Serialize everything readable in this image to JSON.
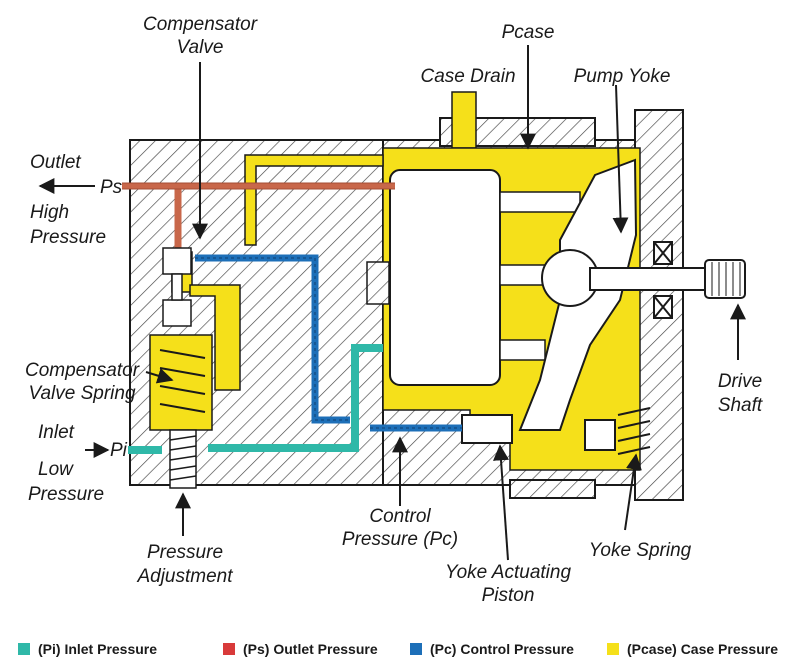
{
  "labels": {
    "compensator_valve_1": "Compensator",
    "compensator_valve_2": "Valve",
    "pcase": "Pcase",
    "case_drain": "Case Drain",
    "pump_yoke": "Pump Yoke",
    "outlet": "Outlet",
    "ps": "Ps",
    "high": "High",
    "pressure_high": "Pressure",
    "comp_spring_1": "Compensator",
    "comp_spring_2": "Valve Spring",
    "inlet": "Inlet",
    "pi": "Pi",
    "low": "Low",
    "pressure_low": "Pressure",
    "drive_1": "Drive",
    "drive_2": "Shaft",
    "control_1": "Control",
    "control_2": "Pressure (Pc)",
    "yoke_spring": "Yoke Spring",
    "yoke_piston_1": "Yoke Actuating",
    "yoke_piston_2": "Piston",
    "pressure_adj_1": "Pressure",
    "pressure_adj_2": "Adjustment"
  },
  "legend": [
    {
      "label": "(Pi) Inlet Pressure",
      "color": "#2fb8a8"
    },
    {
      "label": "(Ps) Outlet Pressure",
      "color": "#d83a3a"
    },
    {
      "label": "(Pc) Control Pressure",
      "color": "#1d6fb8"
    },
    {
      "label": "(Pcase) Case Pressure",
      "color": "#f5e01a"
    }
  ],
  "colors": {
    "case": "#f5e01a",
    "inlet": "#2fb8a8",
    "outlet": "#c8674a",
    "control": "#1d6fb8",
    "hatch": "#333333"
  }
}
